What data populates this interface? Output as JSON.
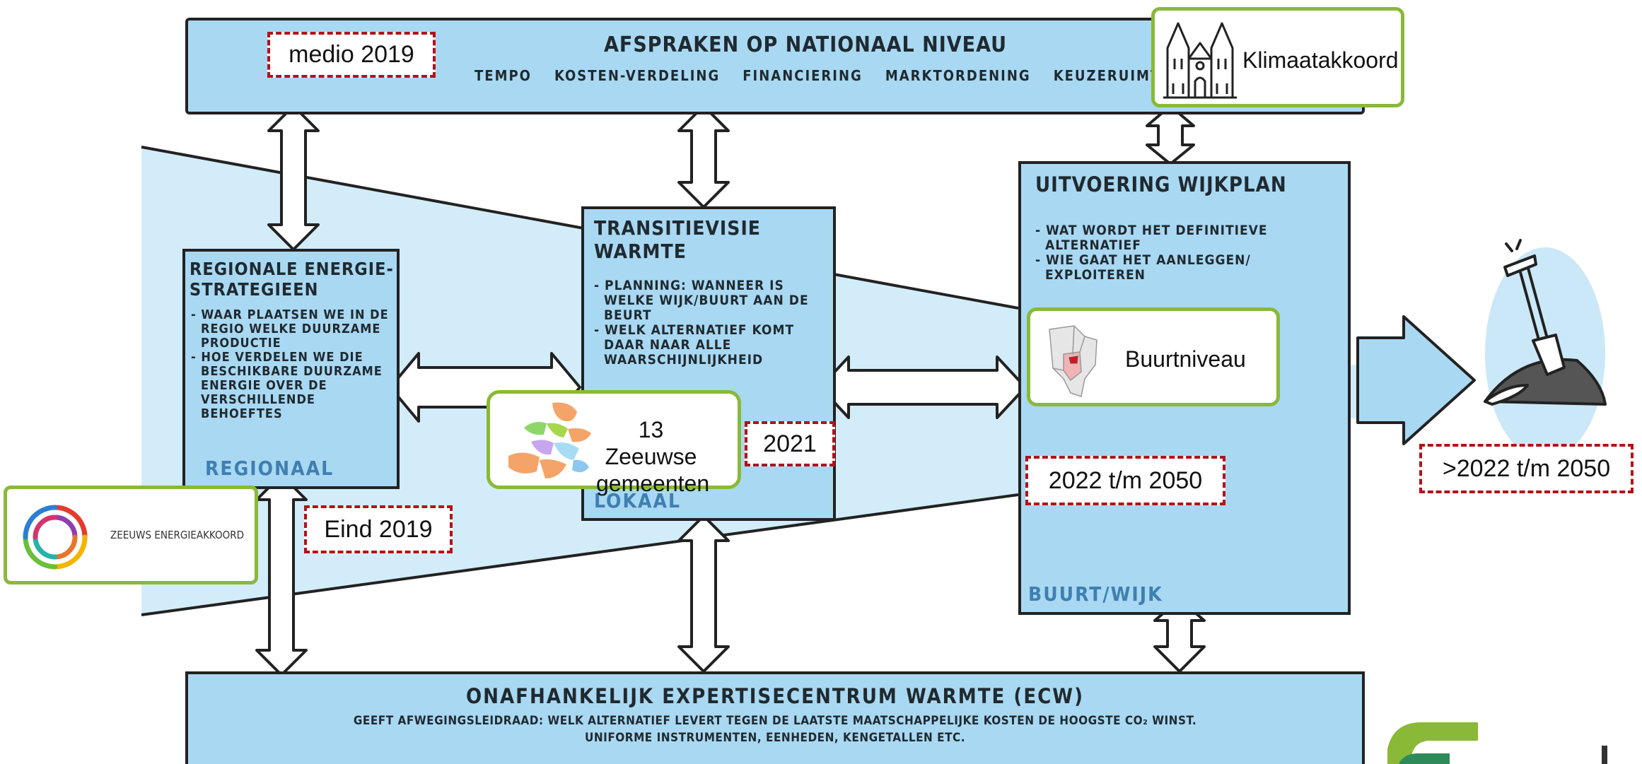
{
  "national": {
    "title": "AFSPRAKEN OP NATIONAAL NIVEAU",
    "topics": [
      "TEMPO",
      "KOSTEN-VERDELING",
      "FINANCIERING",
      "MARKTORDENING",
      "KEUZERUIMTE"
    ]
  },
  "res": {
    "title": "REGIONALE ENERGIE-STRATEGIEEN",
    "items": [
      "WAAR PLAATSEN WE IN DE REGIO WELKE DUURZAME PRODUCTIE",
      "HOE VERDELEN WE DIE BESCHIKBARE DUURZAME ENERGIE OVER DE VERSCHILLENDE BEHOEFTES"
    ],
    "level": "REGIONAAL"
  },
  "tvw": {
    "title": "TRANSITIEVISIE WARMTE",
    "items": [
      "PLANNING: WANNEER IS WELKE WIJK/BUURT AAN DE BEURT",
      "WELK ALTERNATIEF KOMT DAAR NAAR ALLE WAARSCHIJNLIJKHEID"
    ],
    "level": "LOKAAL"
  },
  "wijk": {
    "title": "UITVOERING WIJKPLAN",
    "items": [
      "WAT WORDT HET DEFINITIEVE ALTERNATIEF",
      "WIE GAAT HET AANLEGGEN/ EXPLOITEREN"
    ],
    "level": "BUURT/WIJK"
  },
  "ecw": {
    "title": "ONAFHANKELIJK EXPERTISECENTRUM WARMTE (ECW)",
    "line1": "GEEFT AFWEGINGSLEIDRAAD: WELK ALTERNATIEF LEVERT TEGEN DE LAATSTE MAATSCHAPPELIJKE KOSTEN DE HOOGSTE CO₂ WINST.",
    "line2": "UNIFORME INSTRUMENTEN, EENHEDEN, KENGETALLEN ETC."
  },
  "dates": {
    "medio": "medio 2019",
    "eind": "Eind 2019",
    "y2021": "2021",
    "y2022": "2022 t/m 2050",
    "after": ">2022 t/m 2050"
  },
  "cards": {
    "klimaat": "Klimaatakkoord",
    "zeeuws": "ZEEUWS ENERGIEAKKOORD",
    "gemeenten": "13 Zeeuwse gemeenten",
    "buurt": "Buurtniveau"
  },
  "colors": {
    "box_fill": "#a9d8f2",
    "funnel_fill": "#d3ecf9",
    "date_border": "#b3121a",
    "card_border": "#8ab938"
  },
  "icons": [
    "church-icon",
    "color-ring-logo",
    "zeeland-map-icon",
    "neighbourhood-map-icon",
    "shovel-icon",
    "company-logo"
  ]
}
